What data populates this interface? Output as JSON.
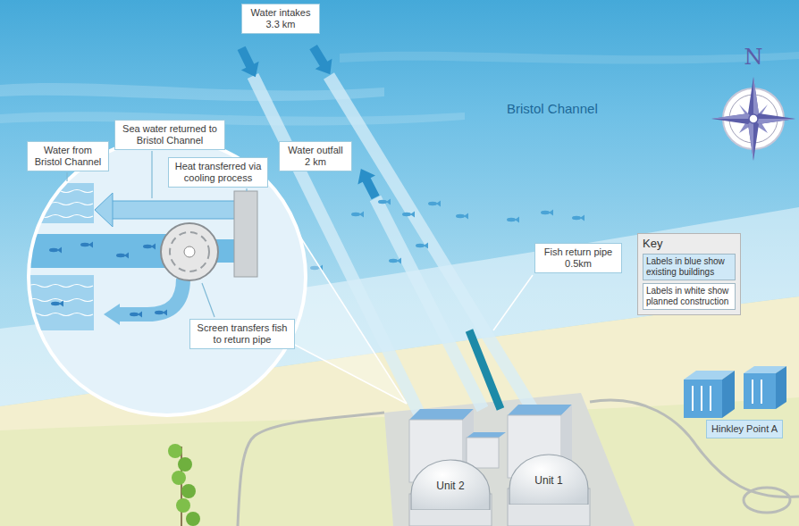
{
  "diagram": {
    "nodes": [
      {
        "text": [
          "Water intakes 3.3 km"
        ]
      },
      {
        "text": [
          "Sea water returned to Bristol Channel"
        ]
      },
      {
        "text": [
          "Water from Bristol Channel"
        ]
      },
      {
        "text": [
          "Heat transferred via cooling process"
        ]
      },
      {
        "text": [
          "Water outfall 2 km"
        ]
      },
      {
        "text": [
          "Fish return pipe 0.5km"
        ]
      },
      {
        "text": [
          "Screen transfers fish to return pipe"
        ]
      },
      {
        "text": [
          "Unit 2"
        ]
      },
      {
        "text": [
          "Unit 1"
        ]
      },
      {
        "text": [
          "Hinkley Point A"
        ]
      }
    ],
    "labels": [
      "Bristol Channel",
      "N",
      "Key"
    ],
    "legend": [
      {
        "text": "Labels in blue show existing buildings",
        "color": "#cfe8f7"
      },
      {
        "text": "Labels in white show planned construction",
        "color": "#ffffff"
      }
    ]
  }
}
